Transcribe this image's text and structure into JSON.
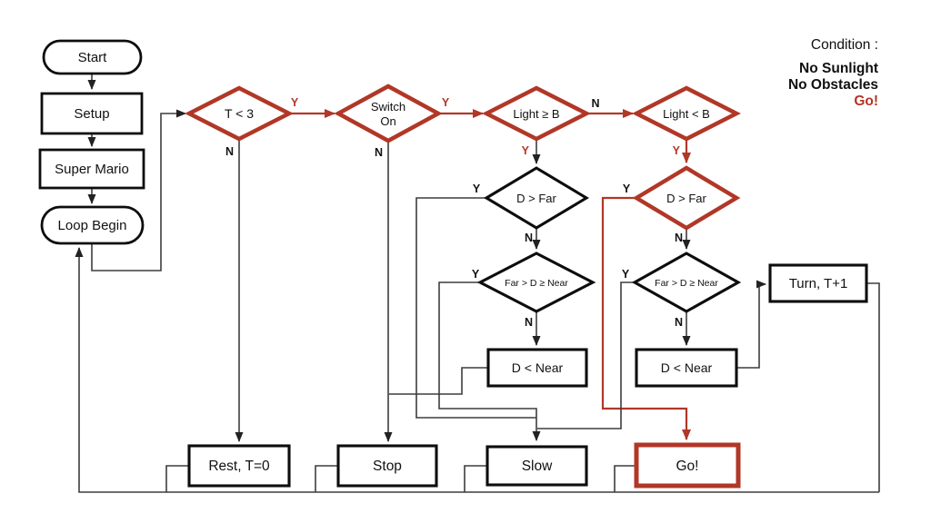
{
  "palette": {
    "accent_red": "#b13727",
    "line": "#3d3d3d",
    "node_border": "#0d0d0d",
    "text": "#111111",
    "background": "#ffffff"
  },
  "legend": {
    "title": "Condition :",
    "conditions": [
      "No Sunlight",
      "No Obstacles"
    ],
    "result": "Go!"
  },
  "branch": {
    "yes": "Y",
    "no": "N"
  },
  "nodes": {
    "start": "Start",
    "setup": "Setup",
    "super_mario": "Super Mario",
    "loop_begin": "Loop Begin",
    "t_less_3": "T < 3",
    "switch_on_line1": "Switch",
    "switch_on_line2": "On",
    "light_ge_b": "Light ≥ B",
    "light_lt_b": "Light < B",
    "d_gt_far_day": "D > Far",
    "d_gt_far_night": "D > Far",
    "far_d_near_day": "Far > D ≥ Near",
    "far_d_near_night": "Far > D ≥ Near",
    "d_lt_near_day": "D < Near",
    "d_lt_near_night": "D < Near",
    "turn": "Turn, T+1",
    "rest": "Rest, T=0",
    "stop": "Stop",
    "slow": "Slow",
    "go": "Go!"
  }
}
